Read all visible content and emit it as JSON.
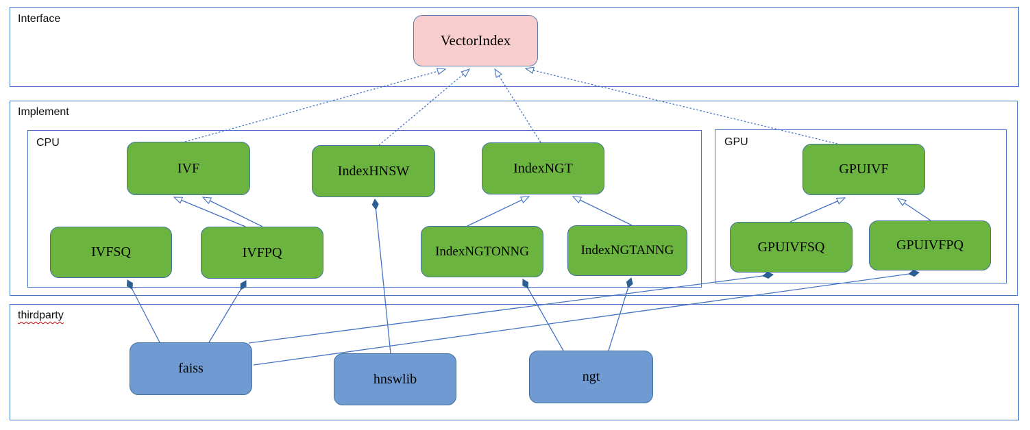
{
  "diagram": {
    "containers": {
      "interface": {
        "label": "Interface"
      },
      "implement": {
        "label": "Implement"
      },
      "cpu": {
        "label": "CPU"
      },
      "gpu": {
        "label": "GPU"
      },
      "thirdparty": {
        "label": "thirdparty"
      }
    },
    "nodes": {
      "vectorindex": {
        "label": "VectorIndex",
        "kind": "interface"
      },
      "ivf": {
        "label": "IVF",
        "kind": "cpu-class"
      },
      "indexhnsw": {
        "label": "IndexHNSW",
        "kind": "cpu-class"
      },
      "indexngt": {
        "label": "IndexNGT",
        "kind": "cpu-class"
      },
      "ivfsq": {
        "label": "IVFSQ",
        "kind": "cpu-class"
      },
      "ivfpq": {
        "label": "IVFPQ",
        "kind": "cpu-class"
      },
      "indexngtonng": {
        "label": "IndexNGTONNG",
        "kind": "cpu-class"
      },
      "indexngtanng": {
        "label": "IndexNGTANNG",
        "kind": "cpu-class"
      },
      "gpuivf": {
        "label": "GPUIVF",
        "kind": "gpu-class"
      },
      "gpuivfsq": {
        "label": "GPUIVFSQ",
        "kind": "gpu-class"
      },
      "gpuivfpq": {
        "label": "GPUIVFPQ",
        "kind": "gpu-class"
      },
      "faiss": {
        "label": "faiss",
        "kind": "thirdparty-lib"
      },
      "hnswlib": {
        "label": "hnswlib",
        "kind": "thirdparty-lib"
      },
      "ngt": {
        "label": "ngt",
        "kind": "thirdparty-lib"
      }
    },
    "edges": [
      {
        "from": "IVF",
        "to": "VectorIndex",
        "type": "realization-dashed"
      },
      {
        "from": "IndexHNSW",
        "to": "VectorIndex",
        "type": "realization-dashed"
      },
      {
        "from": "IndexNGT",
        "to": "VectorIndex",
        "type": "realization-dashed"
      },
      {
        "from": "GPUIVF",
        "to": "VectorIndex",
        "type": "realization-dashed"
      },
      {
        "from": "IVFSQ",
        "to": "IVF",
        "type": "inheritance"
      },
      {
        "from": "IVFPQ",
        "to": "IVF",
        "type": "inheritance"
      },
      {
        "from": "IndexNGTONNG",
        "to": "IndexNGT",
        "type": "inheritance"
      },
      {
        "from": "IndexNGTANNG",
        "to": "IndexNGT",
        "type": "inheritance"
      },
      {
        "from": "GPUIVFSQ",
        "to": "GPUIVF",
        "type": "inheritance"
      },
      {
        "from": "GPUIVFPQ",
        "to": "GPUIVF",
        "type": "inheritance"
      },
      {
        "from": "faiss",
        "to": "IVFSQ",
        "type": "composition"
      },
      {
        "from": "faiss",
        "to": "IVFPQ",
        "type": "composition"
      },
      {
        "from": "faiss",
        "to": "GPUIVFSQ",
        "type": "composition"
      },
      {
        "from": "faiss",
        "to": "GPUIVFPQ",
        "type": "composition"
      },
      {
        "from": "hnswlib",
        "to": "IndexHNSW",
        "type": "composition"
      },
      {
        "from": "ngt",
        "to": "IndexNGTONNG",
        "type": "composition"
      },
      {
        "from": "ngt",
        "to": "IndexNGTANNG",
        "type": "composition"
      }
    ],
    "colors": {
      "class_green": "#6cb440",
      "interface_pink": "#f8cdcd",
      "thirdparty_blue": "#6f9bd2",
      "connector_blue": "#4472c4",
      "node_border": "#41719c",
      "spellcheck_red": "#cc0000"
    }
  }
}
